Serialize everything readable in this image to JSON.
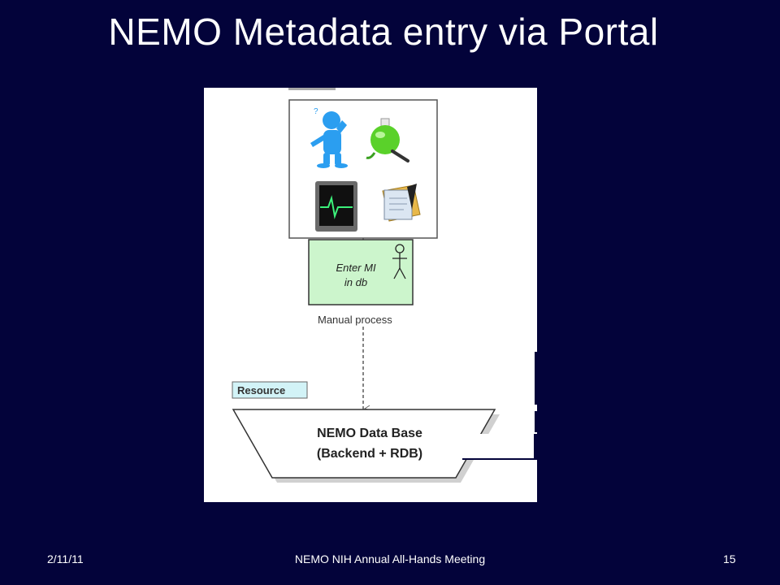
{
  "slide": {
    "title": "NEMO Metadata entry via Portal"
  },
  "diagram": {
    "process_box": {
      "line1": "Enter MI",
      "line2": "in db"
    },
    "process_label": "Manual process",
    "resource_tag": "Resource",
    "database": {
      "line1": "NEMO Data Base",
      "line2": "(Backend + RDB)"
    },
    "question_mark": "?",
    "icons": [
      "person-thinking-icon",
      "flask-icon",
      "ecg-monitor-icon",
      "notes-icon",
      "stick-figure-icon"
    ],
    "colors": {
      "process_fill": "#ccf5cc",
      "resource_fill": "#d2f3f7",
      "person_blue": "#2b9ef0",
      "flask_green": "#5ad12a"
    }
  },
  "footer": {
    "date": "2/11/11",
    "meeting": "NEMO NIH Annual All-Hands Meeting",
    "page": "15"
  }
}
